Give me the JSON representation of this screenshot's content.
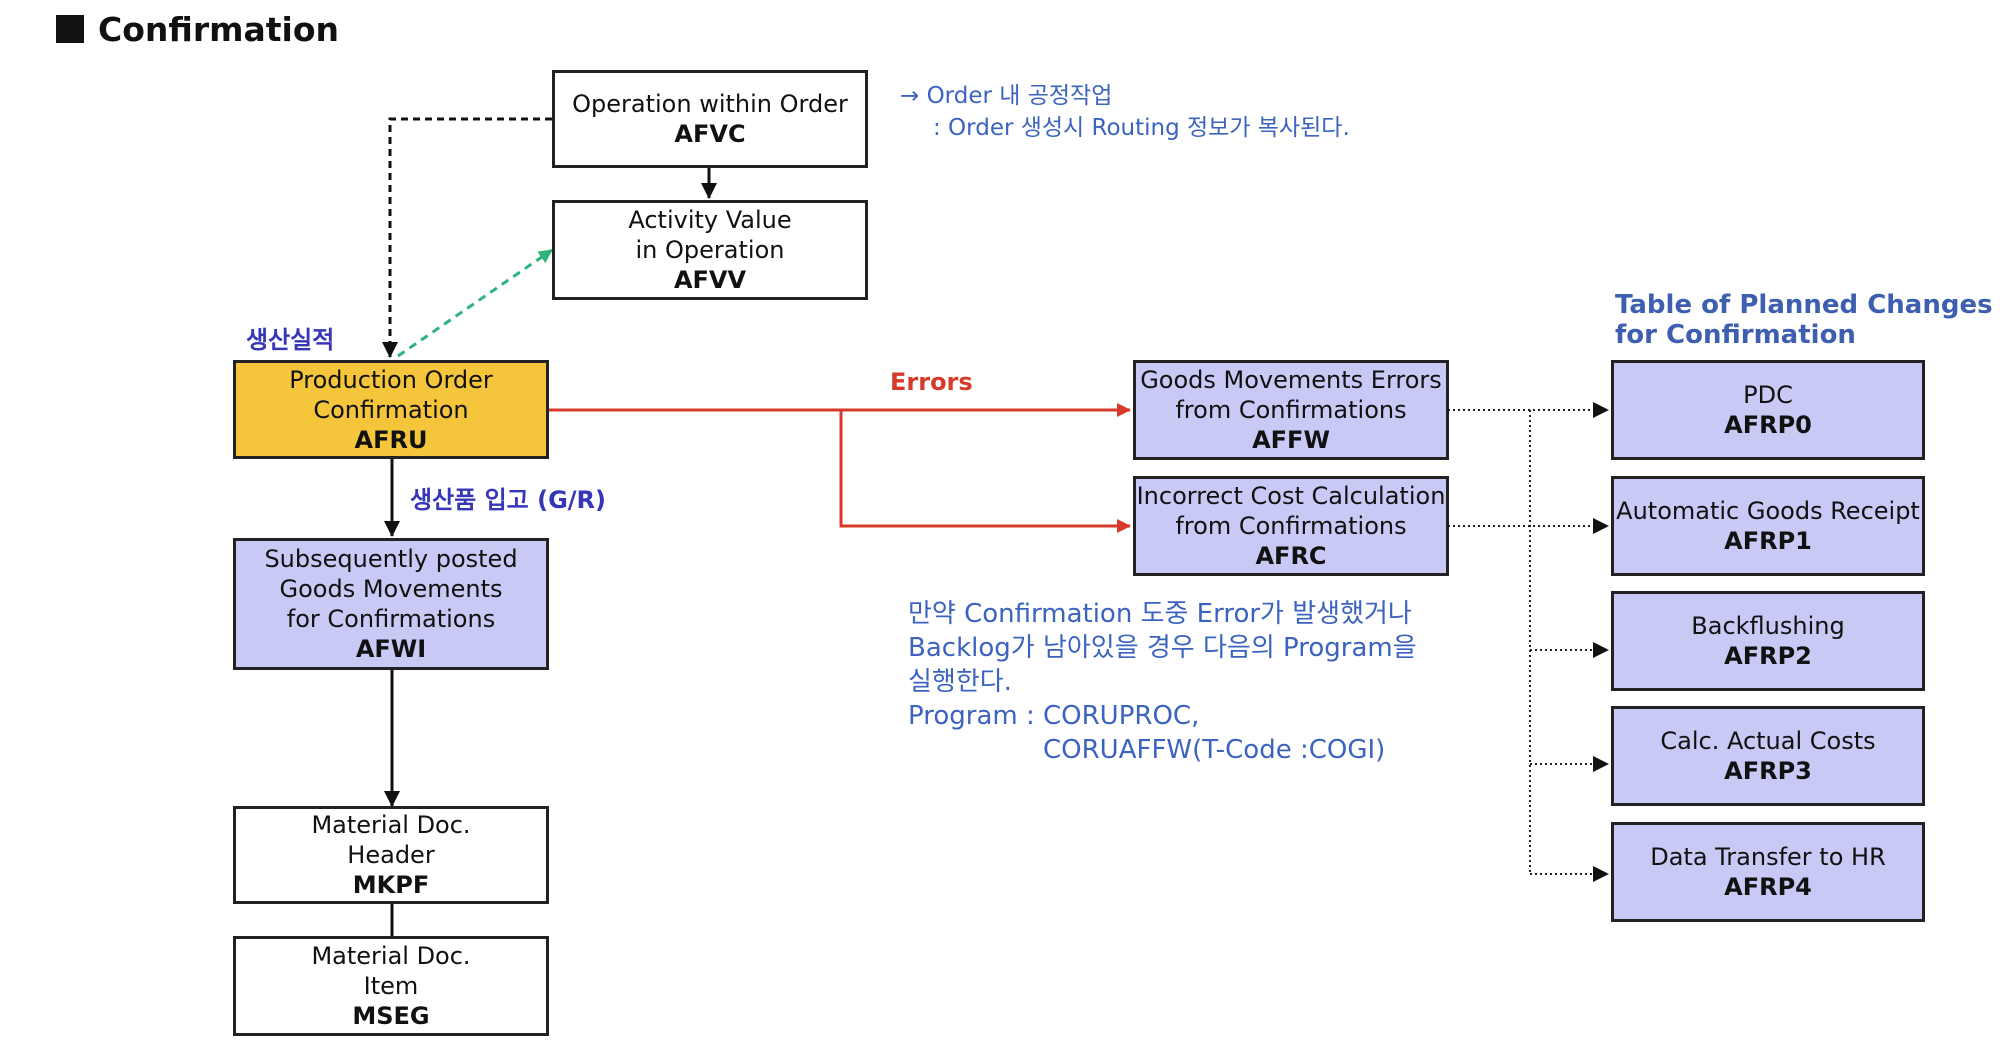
{
  "title": "Confirmation",
  "boxes": {
    "afvc": {
      "name": "Operation within Order",
      "code": "AFVC"
    },
    "afvv": {
      "line1": "Activity Value",
      "line2": "in Operation",
      "code": "AFVV"
    },
    "afru": {
      "line1": "Production Order",
      "line2": "Confirmation",
      "code": "AFRU"
    },
    "afwi": {
      "line1": "Subsequently posted",
      "line2": "Goods Movements",
      "line3": "for Confirmations",
      "code": "AFWI"
    },
    "mkpf": {
      "line1": "Material Doc.",
      "line2": "Header",
      "code": "MKPF"
    },
    "mseg": {
      "line1": "Material Doc.",
      "line2": "Item",
      "code": "MSEG"
    },
    "affw": {
      "line1": "Goods Movements Errors",
      "line2": "from Confirmations",
      "code": "AFFW"
    },
    "afrc": {
      "line1": "Incorrect Cost Calculation",
      "line2": "from Confirmations",
      "code": "AFRC"
    },
    "afrp0": {
      "name": "PDC",
      "code": "AFRP0"
    },
    "afrp1": {
      "name": "Automatic Goods Receipt",
      "code": "AFRP1"
    },
    "afrp2": {
      "name": "Backflushing",
      "code": "AFRP2"
    },
    "afrp3": {
      "name": "Calc. Actual Costs",
      "code": "AFRP3"
    },
    "afrp4": {
      "name": "Data Transfer to HR",
      "code": "AFRP4"
    }
  },
  "labels": {
    "production_result": "생산실적",
    "goods_receipt": "생산품 입고 (G/R)",
    "errors": "Errors",
    "planned_changes_line1": "Table of Planned Changes",
    "planned_changes_line2": "for Confirmation"
  },
  "notes": {
    "order_line1": "→ Order 내 공정작업",
    "order_line2": ": Order 생성시 Routing 정보가 복사된다.",
    "error_line1": "만약 Confirmation 도중 Error가 발생했거나",
    "error_line2": "Backlog가 남아있을 경우 다음의 Program을",
    "error_line3": "실행한다.",
    "error_line4": "Program : CORUPROC,",
    "error_line5": "CORUAFFW(T-Code :COGI)"
  },
  "colors": {
    "lavender": "#c9c9f6",
    "gold": "#f5c53c",
    "error_red": "#d63a2a",
    "dotted_green": "#2fb37a",
    "korean_blue": "#3636b8",
    "note_blue": "#3b63bf"
  }
}
